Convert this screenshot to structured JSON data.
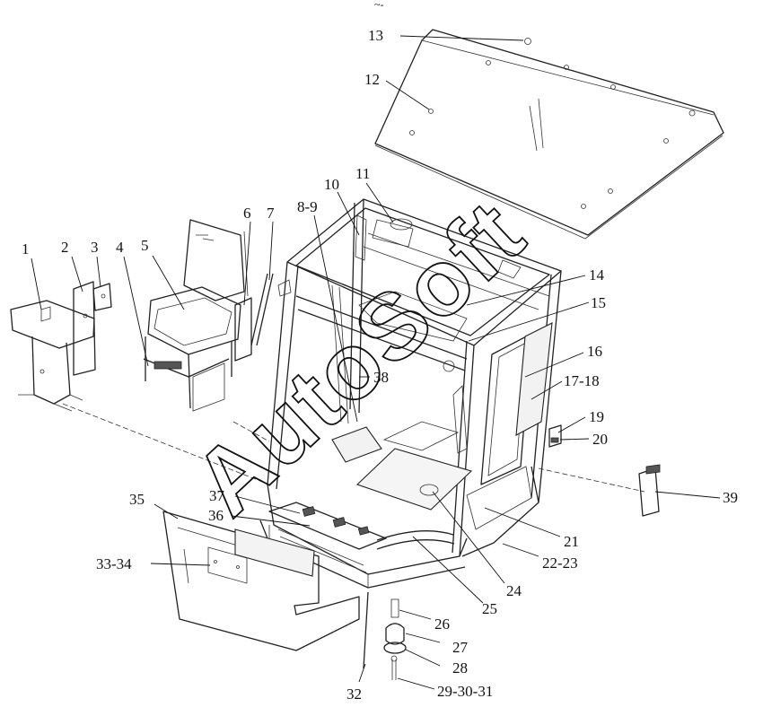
{
  "watermark": "AutoSoft",
  "header_mark": "~-",
  "callouts": [
    {
      "id": "c1",
      "text": "1"
    },
    {
      "id": "c2",
      "text": "2"
    },
    {
      "id": "c3",
      "text": "3"
    },
    {
      "id": "c4",
      "text": "4"
    },
    {
      "id": "c5",
      "text": "5"
    },
    {
      "id": "c6",
      "text": "6"
    },
    {
      "id": "c7",
      "text": "7"
    },
    {
      "id": "c8",
      "text": "8-9"
    },
    {
      "id": "c10",
      "text": "10"
    },
    {
      "id": "c11",
      "text": "11"
    },
    {
      "id": "c12",
      "text": "12"
    },
    {
      "id": "c13",
      "text": "13"
    },
    {
      "id": "c14",
      "text": "14"
    },
    {
      "id": "c15",
      "text": "15"
    },
    {
      "id": "c16",
      "text": "16"
    },
    {
      "id": "c17",
      "text": "17-18"
    },
    {
      "id": "c19",
      "text": "19"
    },
    {
      "id": "c20",
      "text": "20"
    },
    {
      "id": "c21",
      "text": "21"
    },
    {
      "id": "c22",
      "text": "22-23"
    },
    {
      "id": "c24",
      "text": "24"
    },
    {
      "id": "c25",
      "text": "25"
    },
    {
      "id": "c26",
      "text": "26"
    },
    {
      "id": "c27",
      "text": "27"
    },
    {
      "id": "c28",
      "text": "28"
    },
    {
      "id": "c29",
      "text": "29-30-31"
    },
    {
      "id": "c32",
      "text": "32"
    },
    {
      "id": "c33",
      "text": "33-34"
    },
    {
      "id": "c35",
      "text": "35"
    },
    {
      "id": "c36",
      "text": "36"
    },
    {
      "id": "c37",
      "text": "37"
    },
    {
      "id": "c38",
      "text": "38"
    },
    {
      "id": "c39",
      "text": "39"
    }
  ]
}
